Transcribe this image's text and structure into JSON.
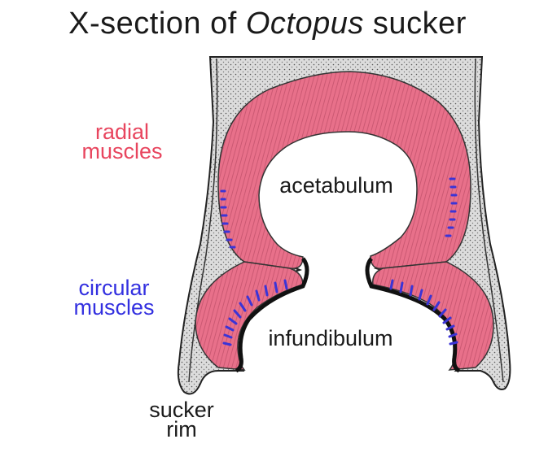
{
  "title": {
    "prefix": "X-section of ",
    "genus": "Octopus",
    "suffix": " sucker"
  },
  "labels": {
    "radial_muscles": [
      "radial",
      "muscles"
    ],
    "circular_muscles": [
      "circular",
      "muscles"
    ],
    "sucker_rim": [
      "sucker",
      "rim"
    ],
    "acetabulum": "acetabulum",
    "infundibulum": "infundibulum"
  },
  "colors": {
    "radial_muscle": "#e8708a",
    "radial_label": "#e8455e",
    "circular_muscle": "#3b34d6",
    "circular_label": "#3330e0",
    "outer_tissue": "#d9d9d9",
    "epithelium": "#111111",
    "text": "#1a1a1a"
  }
}
